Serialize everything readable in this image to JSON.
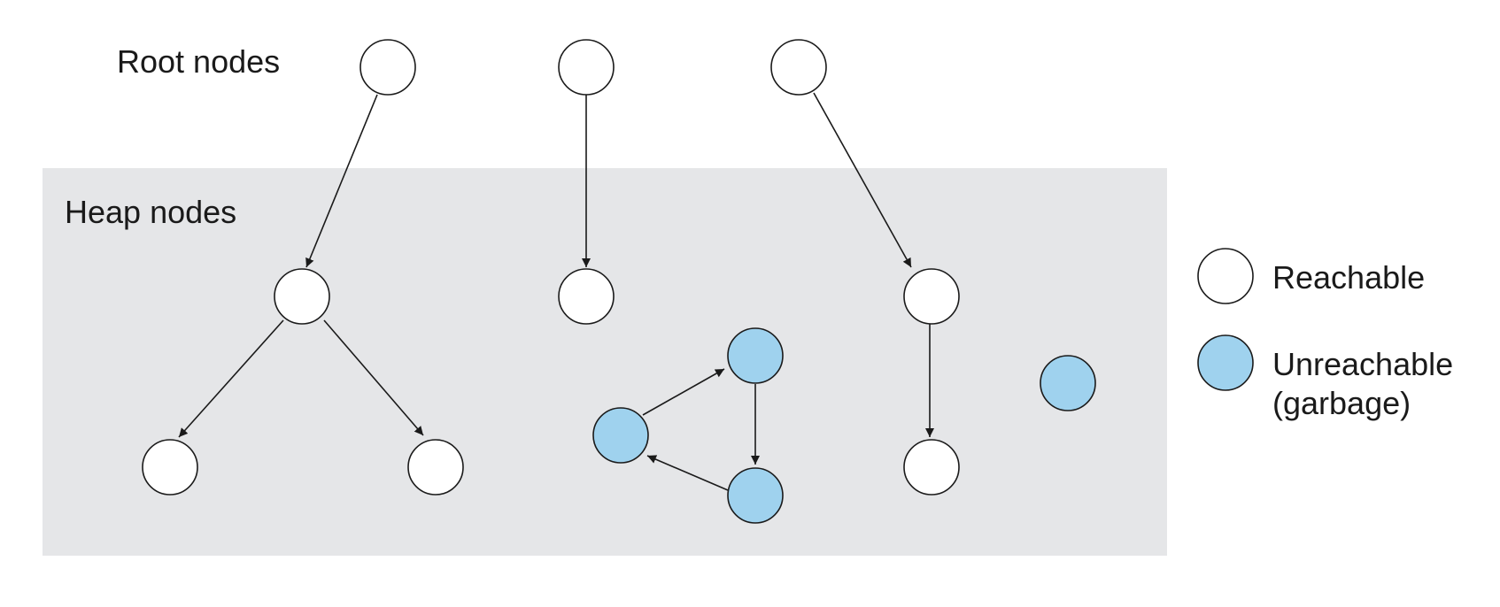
{
  "labels": {
    "root_nodes": "Root nodes",
    "heap_nodes": "Heap nodes"
  },
  "legend": {
    "reachable": "Reachable",
    "unreachable_line1": "Unreachable",
    "unreachable_line2": "(garbage)"
  },
  "colors": {
    "heap_background": "#e5e6e8",
    "reachable_fill": "#ffffff",
    "unreachable_fill": "#9fd2ee",
    "stroke": "#1a1a1a"
  },
  "graph": {
    "nodes": [
      {
        "id": "root-1",
        "kind": "root",
        "reachable": true
      },
      {
        "id": "root-2",
        "kind": "root",
        "reachable": true
      },
      {
        "id": "root-3",
        "kind": "root",
        "reachable": true
      },
      {
        "id": "heap-a",
        "kind": "heap",
        "reachable": true
      },
      {
        "id": "heap-a-left",
        "kind": "heap",
        "reachable": true
      },
      {
        "id": "heap-a-right",
        "kind": "heap",
        "reachable": true
      },
      {
        "id": "heap-b",
        "kind": "heap",
        "reachable": true
      },
      {
        "id": "heap-c",
        "kind": "heap",
        "reachable": true
      },
      {
        "id": "heap-c-child",
        "kind": "heap",
        "reachable": true
      },
      {
        "id": "cycle-top",
        "kind": "heap",
        "reachable": false
      },
      {
        "id": "cycle-bottom",
        "kind": "heap",
        "reachable": false
      },
      {
        "id": "cycle-left",
        "kind": "heap",
        "reachable": false
      },
      {
        "id": "isolated",
        "kind": "heap",
        "reachable": false
      }
    ],
    "edges": [
      {
        "from": "root-1",
        "to": "heap-a"
      },
      {
        "from": "root-2",
        "to": "heap-b"
      },
      {
        "from": "root-3",
        "to": "heap-c"
      },
      {
        "from": "heap-a",
        "to": "heap-a-left"
      },
      {
        "from": "heap-a",
        "to": "heap-a-right"
      },
      {
        "from": "heap-c",
        "to": "heap-c-child"
      },
      {
        "from": "cycle-left",
        "to": "cycle-top"
      },
      {
        "from": "cycle-top",
        "to": "cycle-bottom"
      },
      {
        "from": "cycle-bottom",
        "to": "cycle-left"
      }
    ]
  }
}
